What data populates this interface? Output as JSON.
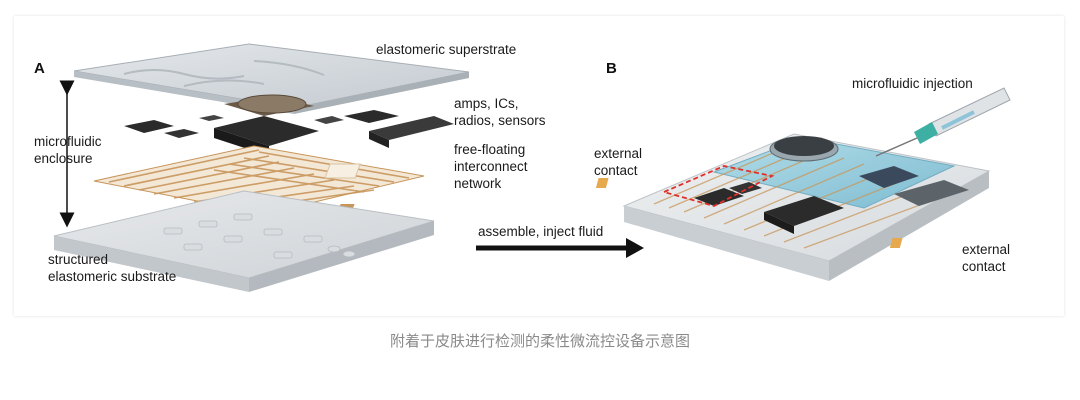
{
  "panel_a": {
    "letter": "A",
    "label_superstrate": "elastomeric superstrate",
    "label_components": [
      "amps, ICs,",
      "radios, sensors"
    ],
    "label_interconnect": [
      "free-floating",
      "interconnect",
      "network"
    ],
    "label_enclosure": [
      "microfluidic",
      "enclosure"
    ],
    "label_substrate": [
      "structured",
      "elastomeric substrate"
    ]
  },
  "arrow_label": "assemble, inject fluid",
  "panel_b": {
    "letter": "B",
    "label_injection": "microfluidic injection",
    "label_contact_left": [
      "external",
      "contact"
    ],
    "label_contact_right": [
      "external",
      "contact"
    ]
  },
  "caption": "附着于皮肤进行检测的柔性微流控设备示意图",
  "colors": {
    "copper": "#c8955a",
    "chip": "#2b2b2b",
    "fluid": "#7fc3d8",
    "dashed_box": "#e0302a"
  }
}
